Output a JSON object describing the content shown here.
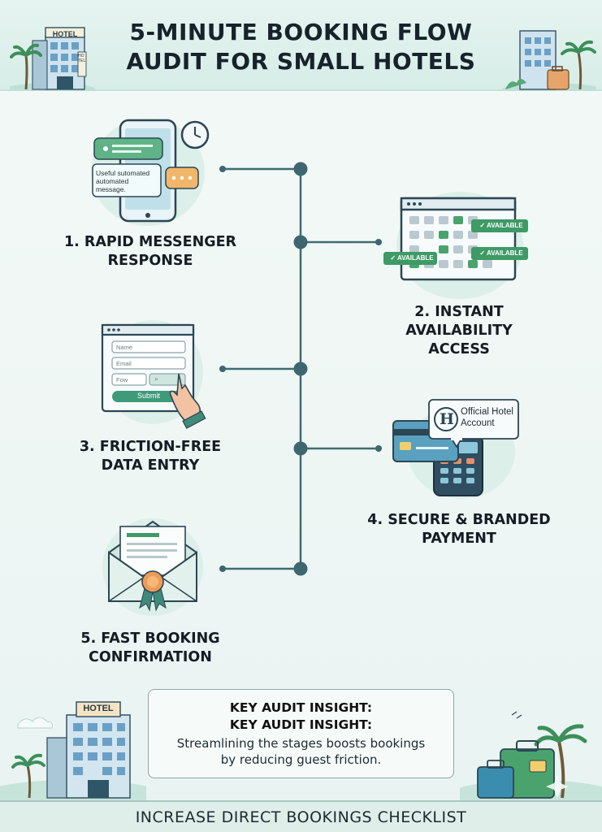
{
  "header": {
    "title_line1": "5-MINUTE BOOKING FLOW",
    "title_line2": "AUDIT FOR SMALL HOTELS",
    "left_sign": "HOTEL",
    "left_side_sign": "HOTEL"
  },
  "steps": [
    {
      "title_line1": "1. RAPID MESSENGER",
      "title_line2": "RESPONSE",
      "bubble_text": [
        "Useful sutomated",
        "automated",
        "message."
      ]
    },
    {
      "title_line1": "2. INSTANT",
      "title_line2": "AVAILABILITY",
      "title_line3": "ACCESS",
      "tag": "AVAILABLE"
    },
    {
      "title_line1": "3. FRICTION-FREE",
      "title_line2": "DATA ENTRY",
      "field_name": "Name",
      "field_email": "Email",
      "field_third": "Fow",
      "submit": "Submit"
    },
    {
      "title_line1": "4. SECURE & BRANDED",
      "title_line2": "PAYMENT",
      "badge_letter": "H",
      "badge_line1": "Official Hotel",
      "badge_line2": "Account"
    },
    {
      "title_line1": "5. FAST BOOKING",
      "title_line2": "CONFIRMATION"
    }
  ],
  "insight": {
    "heading1": "KEY AUDIT INSIGHT:",
    "heading2": "KEY AUDIT INSIGHT:",
    "body_line1": "Streamlining the stages boosts bookings",
    "body_line2": "by reducing guest friction."
  },
  "bottom_hotel_sign": "HOTEL",
  "footer": "INCREASE DIRECT BOOKINGS CHECKLIST",
  "colors": {
    "accent_green": "#3b9b6e",
    "timeline": "#3f6b72",
    "node": "#3d6670",
    "teal": "#5fa89a"
  }
}
